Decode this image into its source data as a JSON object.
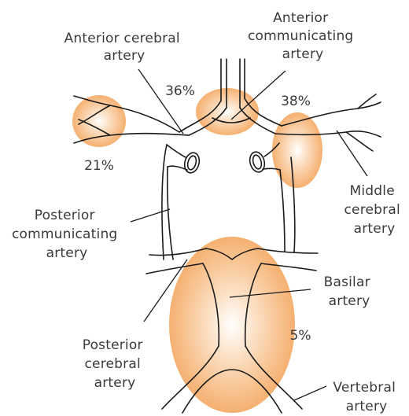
{
  "labels": {
    "anterior_cerebral": [
      "Anterior cerebral",
      "artery"
    ],
    "anterior_communicating": [
      "Anterior",
      "communicating",
      "artery"
    ],
    "middle_cerebral": [
      "Middle",
      "cerebral",
      "artery"
    ],
    "posterior_communicating": [
      "Posterior",
      "communicating",
      "artery"
    ],
    "basilar": [
      "Basilar",
      "artery"
    ],
    "posterior_cerebral": [
      "Posterior",
      "cerebral",
      "artery"
    ],
    "vertebral": [
      "Vertebral",
      "artery"
    ]
  },
  "percentages": {
    "anterior_communicating": "36%",
    "middle_cerebral": "38%",
    "internal_carotid_left": "21%",
    "basilar": "5%"
  },
  "colors": {
    "highlight": "#f5b070",
    "highlight_center": "#ffffff",
    "line": "#1a1a1a",
    "text": "#3a3a3a"
  }
}
